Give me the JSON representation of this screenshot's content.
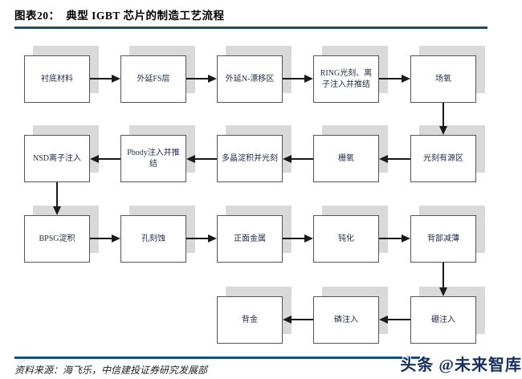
{
  "figure": {
    "title": "图表20：  典型 IGBT 芯片的制造工艺流程",
    "source": "资料来源：海飞乐，中信建投证券研究发展部",
    "watermark": "头条 @未来智库"
  },
  "colors": {
    "accent_rule": "#1A4C7C",
    "box_border": "#555555",
    "box_shadow": "#D9D9D9",
    "box_text": "#1F2B45",
    "arrow": "#1A1A1A"
  },
  "flow": {
    "type": "flowchart",
    "description": "Serpentine process flow, 4 rows: row1 left-to-right, row2 right-to-left, row3 left-to-right, row4 right-to-left",
    "boxes": [
      {
        "id": "substrate",
        "label": "衬底材料",
        "row": 1,
        "col": 1
      },
      {
        "id": "epi-fs",
        "label": "外延FS层",
        "row": 1,
        "col": 2
      },
      {
        "id": "epi-n-drift",
        "label": "外延N-漂移区",
        "row": 1,
        "col": 3
      },
      {
        "id": "ring-litho",
        "label": "RING光刻、离子注入并推结",
        "row": 1,
        "col": 4
      },
      {
        "id": "field-oxide",
        "label": "场氧",
        "row": 1,
        "col": 5
      },
      {
        "id": "active-litho",
        "label": "光刻有源区",
        "row": 2,
        "col": 5
      },
      {
        "id": "gate-oxide",
        "label": "栅氧",
        "row": 2,
        "col": 4
      },
      {
        "id": "poly-dep",
        "label": "多晶淀积并光刻",
        "row": 2,
        "col": 3
      },
      {
        "id": "pbody",
        "label": "Pbody注入并推结",
        "row": 2,
        "col": 2
      },
      {
        "id": "nsd-implant",
        "label": "NSD离子注入",
        "row": 2,
        "col": 1
      },
      {
        "id": "bpsg",
        "label": "BPSG淀积",
        "row": 3,
        "col": 1
      },
      {
        "id": "contact-etch",
        "label": "孔刻蚀",
        "row": 3,
        "col": 2
      },
      {
        "id": "front-metal",
        "label": "正面金属",
        "row": 3,
        "col": 3
      },
      {
        "id": "passivation",
        "label": "钝化",
        "row": 3,
        "col": 4
      },
      {
        "id": "back-thinning",
        "label": "背部减薄",
        "row": 3,
        "col": 5
      },
      {
        "id": "boron-implant",
        "label": "硼注入",
        "row": 4,
        "col": 5
      },
      {
        "id": "phos-implant",
        "label": "磷注入",
        "row": 4,
        "col": 4
      },
      {
        "id": "back-metal",
        "label": "背金",
        "row": 4,
        "col": 3
      }
    ]
  }
}
